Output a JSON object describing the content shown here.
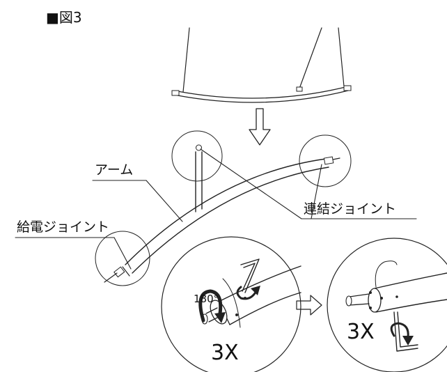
{
  "figure": {
    "title": "■図3",
    "labels": {
      "arm": "アーム",
      "connection_joint": "連結ジョイント",
      "power_joint": "給電ジョイント",
      "angle": "180°",
      "turns_left": "3X",
      "turns_right": "3X"
    }
  }
}
